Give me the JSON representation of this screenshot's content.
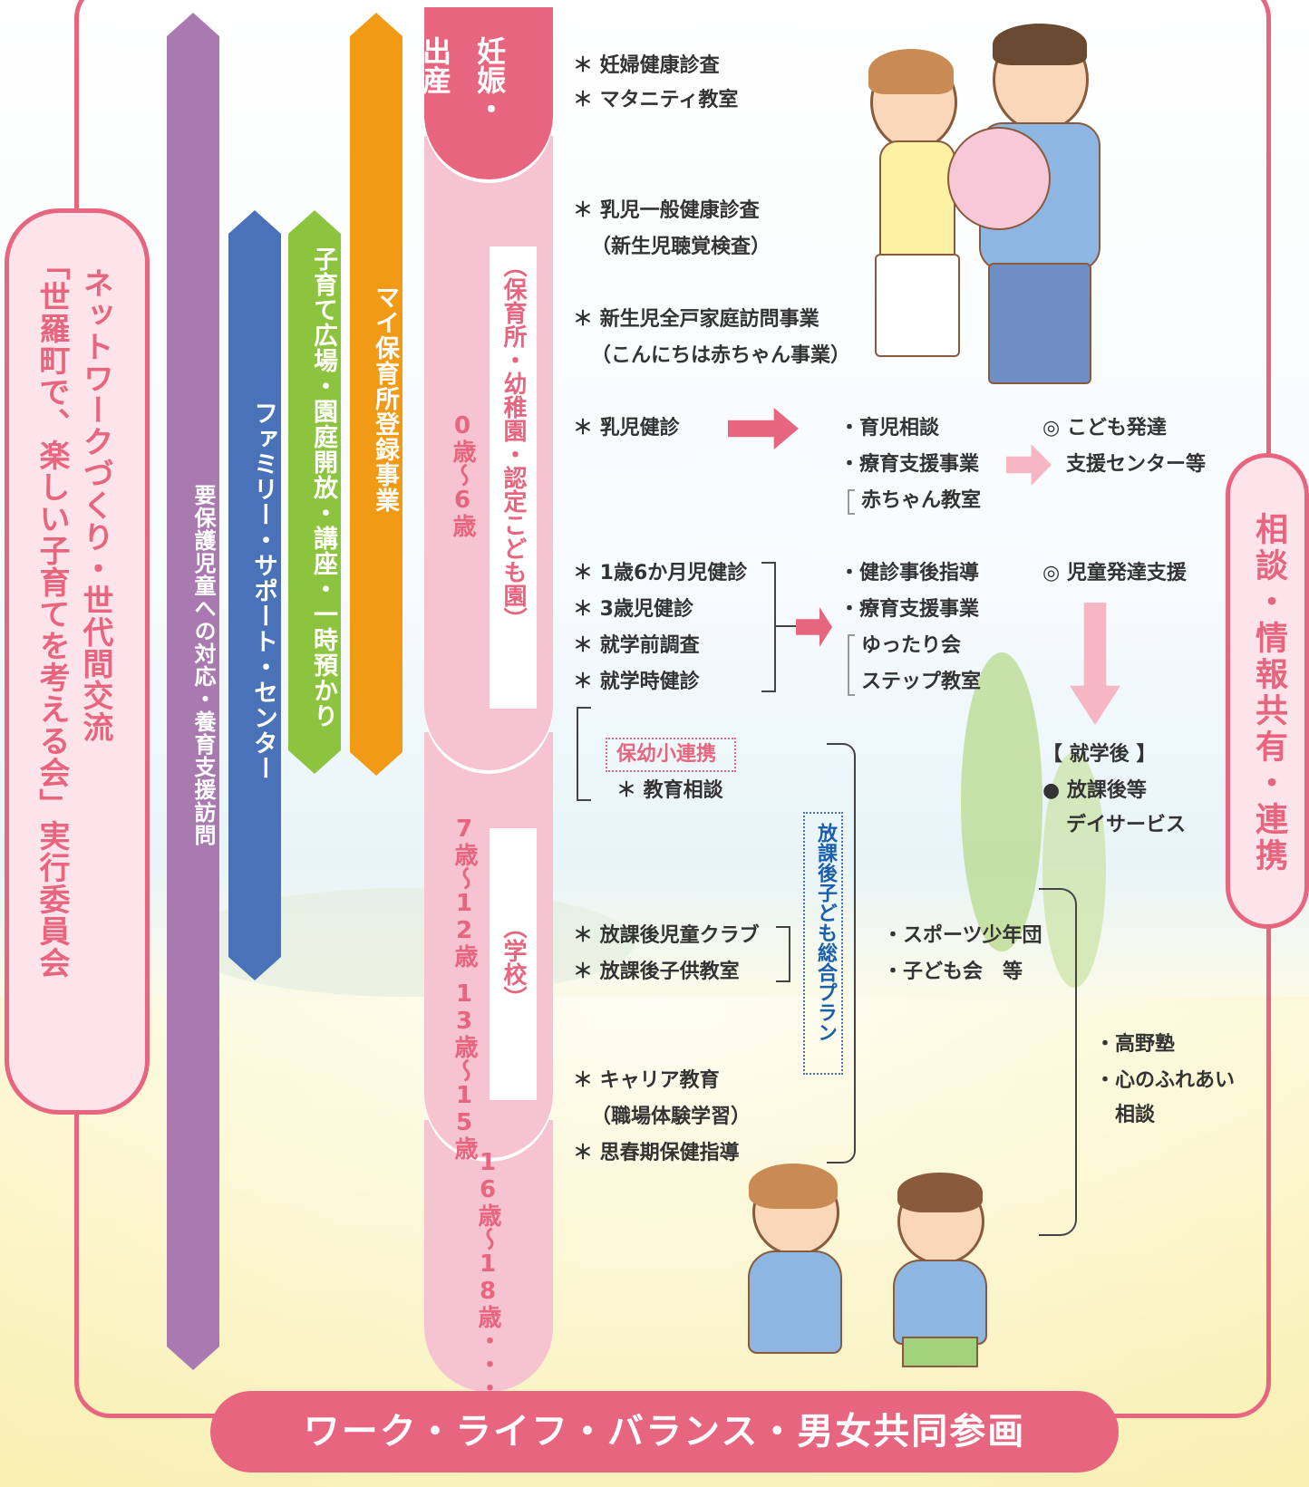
{
  "left_box": {
    "line1": "ネットワークづくり・世代間交流",
    "line2": "「世羅町で、楽しい子育てを考える会」実行委員会"
  },
  "right_box": {
    "label": "相談・情報共有・連携"
  },
  "bars": {
    "youhogo": "要保護児童への対応・養育支援訪問",
    "family": "ファミリー・サポート・センター",
    "kosodate": "子育て広場・園庭開放・講座・一時預かり",
    "my_hoiku": "マイ保育所登録事業"
  },
  "stages": {
    "pregnancy": "妊娠・出産",
    "age_0_6": "0歳〜6歳",
    "preschool": "（保育所・幼稚園・認定こども園）",
    "age_7_12": "7歳〜12歳",
    "age_13_15": "13歳〜15歳",
    "school": "（学校）",
    "age_16_18": "16歳〜18歳・・・"
  },
  "items": {
    "pregnancy_1": "＊ 妊婦健康診査",
    "pregnancy_2": "＊ マタニティ教室",
    "infant_1": "＊ 乳児一般健康診査",
    "infant_1b": "（新生児聴覚検査）",
    "infant_2": "＊ 新生児全戸家庭訪問事業",
    "infant_2b": "（こんにちは赤ちゃん事業）",
    "infant_check": "＊ 乳児健診",
    "followup_1": "・育児相談",
    "followup_2": "・療育支援事業",
    "followup_3": "赤ちゃん教室",
    "center_1": "◎ こども発達",
    "center_2": "支援センター等",
    "check_1": "＊ 1歳6か月児健診",
    "check_2": "＊ 3歳児健診",
    "check_3": "＊ 就学前調査",
    "check_4": "＊ 就学時健診",
    "post_1": "・健診事後指導",
    "post_2": "・療育支援事業",
    "post_3": "ゆったり会",
    "post_4": "ステップ教室",
    "dev_support": "◎ 児童発達支援",
    "after_school_title": "【 就学後 】",
    "after_school_1": "● 放課後等",
    "after_school_2": "デイサービス",
    "renkei": "保幼小連携",
    "kyoiku": "＊ 教育相談",
    "plan": "放課後子ども総合プラン",
    "club": "＊ 放課後児童クラブ",
    "classroom": "＊ 放課後子供教室",
    "sports_1": "・スポーツ少年団",
    "sports_2": "・子ども会　等",
    "career_1": "＊ キャリア教育",
    "career_2": "（職場体験学習）",
    "puberty": "＊ 思春期保健指導",
    "kouya_1": "・高野塾",
    "kouya_2": "・心のふれあい",
    "kouya_3": "相談"
  },
  "bottom_bar": "ワーク・ライフ・バランス・男女共同参画",
  "colors": {
    "pink": "#e8657f",
    "light_pink": "#f6c3d0",
    "purple": "#a97ab0",
    "blue": "#4a72b8",
    "green": "#8cc43f",
    "orange": "#f19a16"
  }
}
